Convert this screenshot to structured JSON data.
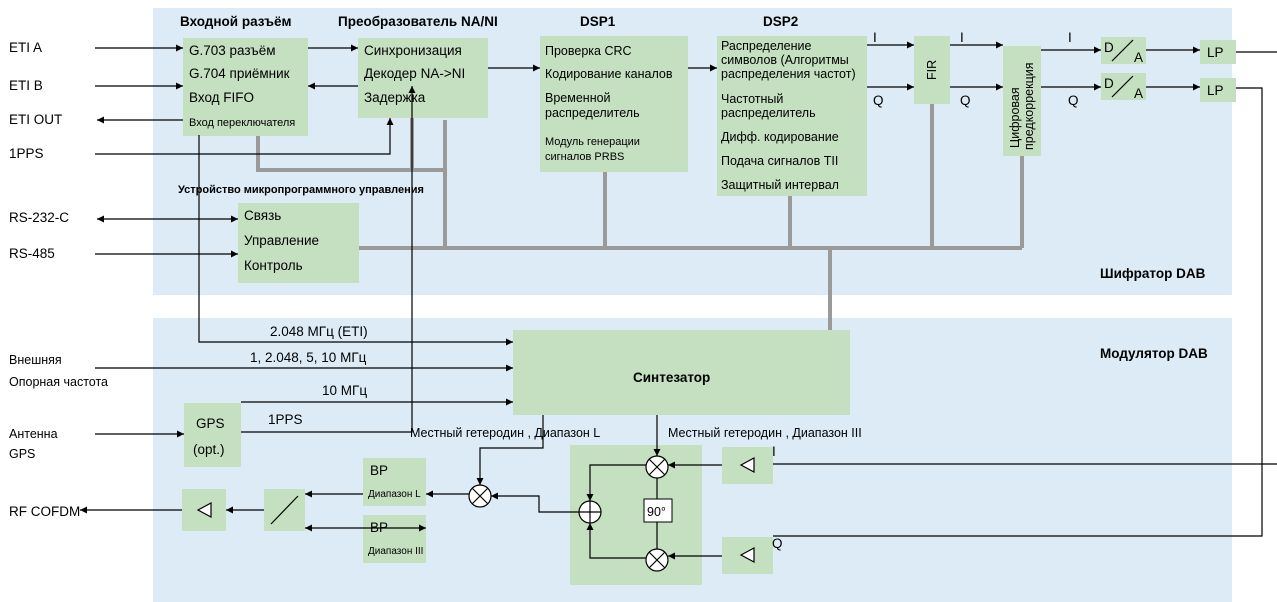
{
  "inputs": {
    "eti_a": "ETI A",
    "eti_b": "ETI B",
    "eti_out": "ETI OUT",
    "pps": "1PPS",
    "rs232": "RS-232-C",
    "rs485": "RS-485",
    "ext_ref_1": "Внешняя",
    "ext_ref_2": "Опорная частота",
    "gps_ant_1": "Антенна",
    "gps_ant_2": "GPS",
    "rf_out": "RF COFDM"
  },
  "encoder": {
    "region_label": "Шифратор DAB",
    "input_connector": {
      "title": "Входной разъём",
      "items": [
        "G.703 разъём",
        "G.704 приёмник",
        "Вход FIFO",
        "Вход переключателя"
      ]
    },
    "converter": {
      "title": "Преобразователь NA/NI",
      "items": [
        "Синхронизация",
        "Декодер NA->NI",
        "Задержка"
      ]
    },
    "dsp1": {
      "title": "DSP1",
      "items": [
        "Проверка CRC",
        "Кодирование каналов",
        "Временной",
        "распределитель",
        "Модуль генерации",
        "сигналов PRBS"
      ]
    },
    "dsp2": {
      "title": "DSP2",
      "items": [
        "Распределение",
        "символов (Алгоритмы",
        "распределения частот)",
        "Частотный",
        "распределитель",
        "Дифф. кодирование",
        "Подача сигналов TII",
        "Защитный интервал"
      ]
    },
    "fir": "FIR",
    "predistortion": [
      "Цифровая",
      "предкоррекция"
    ],
    "dac_top": "D",
    "dac_bottom": "A",
    "lp": "LP",
    "i_label": "I",
    "q_label": "Q",
    "firmware": {
      "title": "Устройство микропрограммного управления",
      "items": [
        "Связь",
        "Управление",
        "Контроль"
      ]
    }
  },
  "modulator": {
    "region_label": "Модулятор DAB",
    "synth": "Синтезатор",
    "freq_eti": "2.048 МГц (ETI)",
    "freq_ext": "1, 2.048, 5, 10 МГц",
    "freq_10": "10 МГц",
    "pps": "1PPS",
    "gps_1": "GPS",
    "gps_2": "(opt.)",
    "lo_l": "Местный гетеродин , Диапазон L",
    "lo_3": "Местный гетеродин , Диапазон III",
    "bp": "BP",
    "band_l": "Диапазон L",
    "band_3": "Диапазон III",
    "phase": "90°",
    "i_label": "I",
    "q_label": "Q"
  }
}
